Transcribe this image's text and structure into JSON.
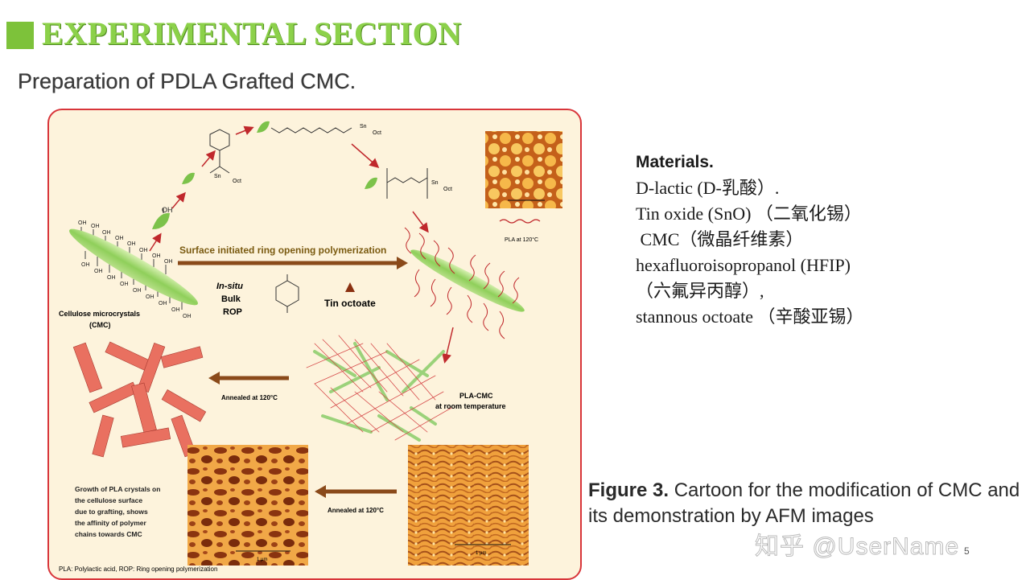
{
  "slide": {
    "title": "EXPERIMENTAL SECTION",
    "subtitle": "Preparation of PDLA Grafted CMC.",
    "page_number": "5",
    "watermark": "知乎 @UserName"
  },
  "figure": {
    "arrow_srop": "Surface initiated ring opening polymerization",
    "cmc_label_1": "Cellulose microcrystals",
    "cmc_label_2": "(CMC)",
    "insitu": "In-situ",
    "bulk": "Bulk",
    "rop": "ROP",
    "tin": "Tin octoate",
    "pla120": "PLA at 120°C",
    "plcmc_1": "PLA-CMC",
    "plcmc_2": "at room temperature",
    "annealed_1": "Annealed at 120°C",
    "annealed_2": "Annealed at 120°C",
    "growth_lines": [
      "Growth of PLA crystals on",
      "the cellulose surface",
      "due to grafting, shows",
      "the affinity of polymer",
      "chains towards CMC"
    ],
    "footnote": "PLA: Polylactic acid, ROP: Ring opening polymerization",
    "oh": "OH",
    "sn": "Sn",
    "oct": "Oct",
    "scale": "1 μm"
  },
  "materials": {
    "heading": "Materials.",
    "lines": [
      "D-lactic (D-乳酸）.",
      "Tin oxide (SnO) （二氧化锡）",
      " CMC（微晶纤维素）",
      "hexafluoroisopropanol (HFIP)",
      "（六氟异丙醇）,",
      "stannous octoate （辛酸亚锡）"
    ]
  },
  "caption": {
    "label": "Figure 3.",
    "text": " Cartoon for the modification of CMC and its demonstration by AFM images"
  }
}
